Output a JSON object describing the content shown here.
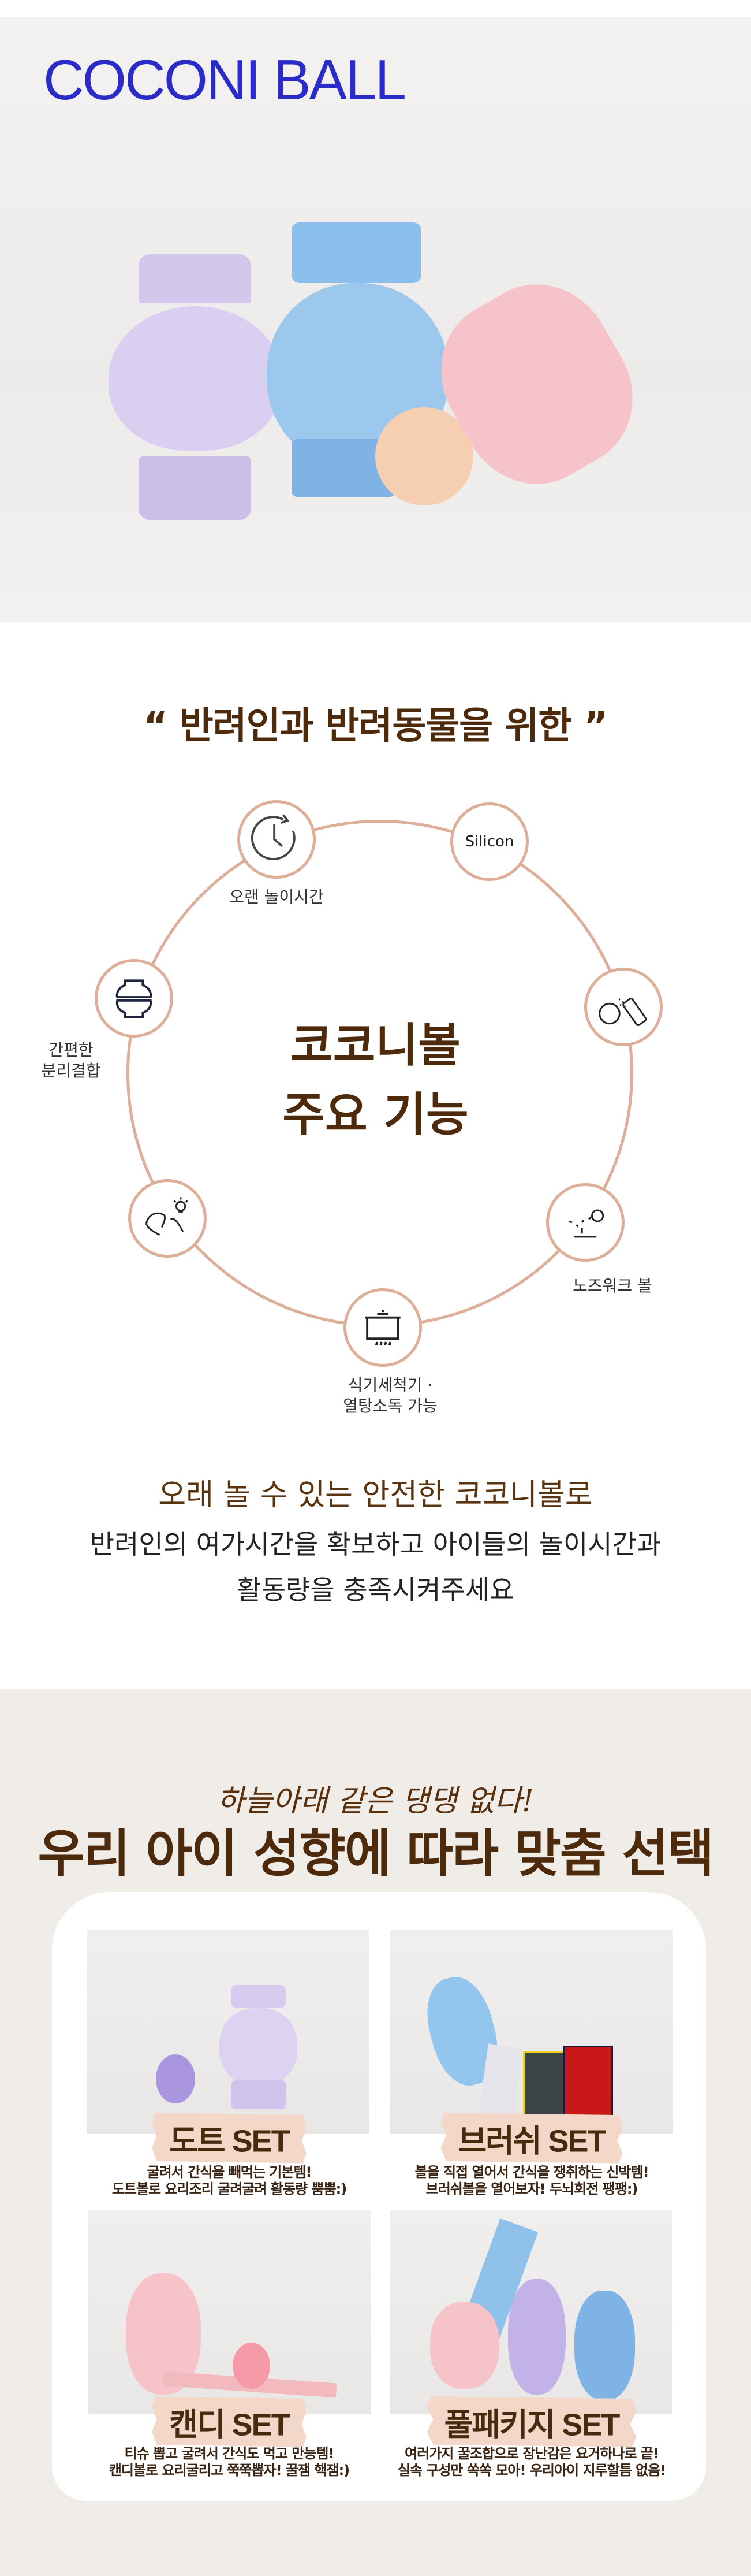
{
  "hero": {
    "title": "COCONI BALL"
  },
  "features": {
    "heading": "“ 반려인과 반려동물을 위한 ”",
    "center_line1": "코코니볼",
    "center_line2": "주요 기능",
    "ring_color": "#ddae98",
    "items": [
      {
        "icon": "clock-icon",
        "label": "오랜 놀이시간"
      },
      {
        "icon": "silicon-badge",
        "label": "Silicon"
      },
      {
        "icon": "spray-bottle-icon",
        "label": ""
      },
      {
        "icon": "nosework-ball-icon",
        "label": "노즈워크 볼"
      },
      {
        "icon": "pot-icon",
        "label_line1": "식기세척기 ·",
        "label_line2": "열탕소독 가능"
      },
      {
        "icon": "dog-idea-icon",
        "label": ""
      },
      {
        "icon": "separable-ball-icon",
        "label_line1": "간편한",
        "label_line2": "분리결합"
      }
    ]
  },
  "intro": {
    "line1": "오래 놀 수 있는 안전한 코코니볼로",
    "line2": "반려인의 여가시간을 확보하고 아이들의 놀이시간과",
    "line3": "활동량을 충족시켜주세요"
  },
  "selection": {
    "script": "하늘아래 같은 댕댕 없다!",
    "title": "우리 아이 성향에 따라 맞춤 선택",
    "sets": [
      {
        "name": "도트 SET",
        "desc1": "굴려서 간식을 빼먹는 기본템!",
        "desc2": "도트볼로 요리조리 굴려굴려 활동량 뿜뿜:)"
      },
      {
        "name": "브러쉬 SET",
        "desc1": "볼을 직접 열어서 간식을 쟁취하는 신박템!",
        "desc2": "브러쉬볼을 열어보자! 두뇌회전 팽팽:)"
      },
      {
        "name": "캔디 SET",
        "desc1": "티슈 뽑고 굴려서 간식도 먹고 만능템!",
        "desc2": "캔디볼로 요리굴리고 쭉쭉뽑자! 꿀잼 핵잼:)"
      },
      {
        "name": "풀패키지 SET",
        "desc1": "여러가지 꿀조합으로 장난감은 요거하나로 끝!",
        "desc2": "실속 구성만 쏙쏙 모아! 우리아이 지루할틈 없음!"
      }
    ]
  }
}
